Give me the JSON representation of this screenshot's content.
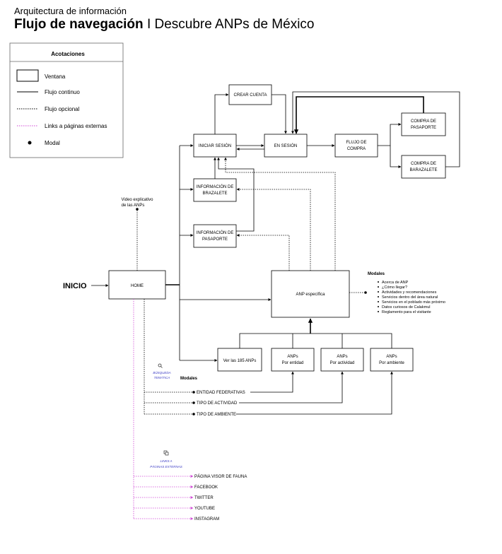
{
  "header": {
    "subtitle": "Arquitectura de información",
    "title_bold": "Flujo de navegación",
    "title_sep": "I",
    "title_rest": "Descubre ANPs de México"
  },
  "legend": {
    "title": "Acotaciones",
    "window": "Ventana",
    "continuous": "Flujo continuo",
    "optional": "Flujo opcional",
    "external": "Links a páginas externas",
    "modal": "Modal"
  },
  "colors": {
    "external_link": "#d04ad6",
    "icon_label": "#3b3bc4"
  },
  "nodes": {
    "inicio": "INICIO",
    "home": "HOME",
    "crear_cuenta": "CREAR CUENTA",
    "iniciar_sesion": "INICIAR SESIÓN",
    "en_sesion": "EN SESIÓN",
    "flujo_compra": [
      "FLUJO DE",
      "COMPRA"
    ],
    "compra_pasaporte": [
      "COMPRA DE",
      "PASAPORTE"
    ],
    "compra_brazalete": [
      "COMPRA DE",
      "BARAZALETE"
    ],
    "info_brazalete": [
      "INFORMACIÓN DE",
      "BRAZALETE"
    ],
    "info_pasaporte": [
      "INFORMACIÓN DE",
      "PASAPORTE"
    ],
    "anp_especifica": "ANP específica",
    "ver_185": "Ver las 185 ANPs",
    "anps_entidad": [
      "ANPs",
      "Por entidad"
    ],
    "anps_actividad": [
      "ANPs",
      "Por actividad"
    ],
    "anps_ambiente": [
      "ANPs",
      "Por ambiente"
    ]
  },
  "video": [
    "Video explicativo",
    "de las ANPs"
  ],
  "anp_modals": {
    "title": "Modales",
    "items": [
      "Acerca de ANP",
      "¿Cómo llegar?",
      "Actividades y recomendaciones",
      "Servicios dentro del área natural",
      "Servicios en el poblado más próximo",
      "Datos curiosos de Calakmul",
      "Reglamento para el visitante"
    ]
  },
  "search": {
    "icon": "search-icon",
    "label": [
      "BÚSQUEDA",
      "TEMÁTICA"
    ],
    "modals_title": "Modales",
    "items": [
      "ENTIDAD FEDERATIVAS",
      "TIPO DE ACTIVIDAD",
      "TIPO DE AMBIENTE"
    ]
  },
  "external": {
    "icon": "copy-icon",
    "label": [
      "LINKS A",
      "PÁGINAS EXTERNAS"
    ],
    "items": [
      "PÁGINA VISOR DE FAUNA",
      "FACEBOOK",
      "TWITTER",
      "YOUTUBE",
      "INSTAGRAM"
    ]
  }
}
